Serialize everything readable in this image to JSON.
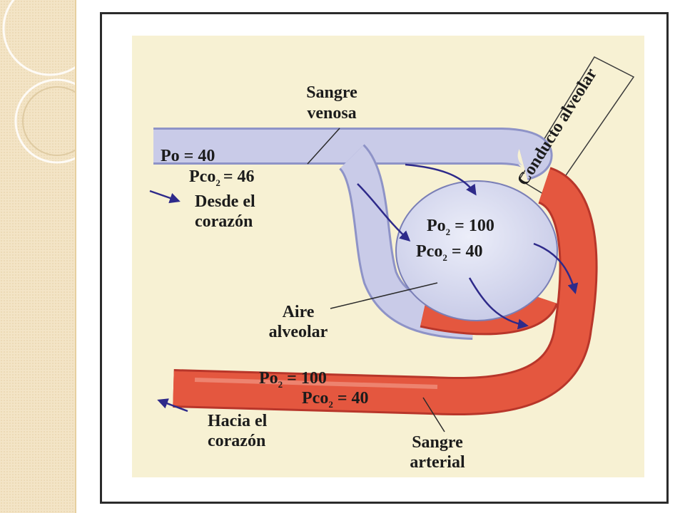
{
  "diagram": {
    "labels": {
      "sangre_venosa_1": "Sangre",
      "sangre_venosa_2": "venosa",
      "conducto": "Conducto alveolar",
      "desde_1": "Desde el",
      "desde_2": "corazón",
      "aire_1": "Aire",
      "aire_2": "alveolar",
      "hacia_1": "Hacia el",
      "hacia_2": "corazón",
      "arterial_1": "Sangre",
      "arterial_2": "arterial"
    },
    "venous": {
      "po_label": "Po",
      "po_value": "= 40",
      "pco_label": "Pco",
      "pco_value": "= 46",
      "subscript": "2"
    },
    "alveolar": {
      "po_label": "Po",
      "po_value": "= 100",
      "pco_label": "Pco",
      "pco_value": "= 40",
      "subscript": "2"
    },
    "arterial": {
      "po_label": "Po",
      "po_value": "= 100",
      "pco_label": "Pco",
      "pco_value": "= 40",
      "subscript": "2"
    },
    "colors": {
      "background": "#f7f1d3",
      "venous_vessel": "#c9cbe8",
      "arterial_vessel": "#e4573f",
      "alveolus": "#d9dbf0",
      "arrows": "#2e2a8a"
    }
  }
}
